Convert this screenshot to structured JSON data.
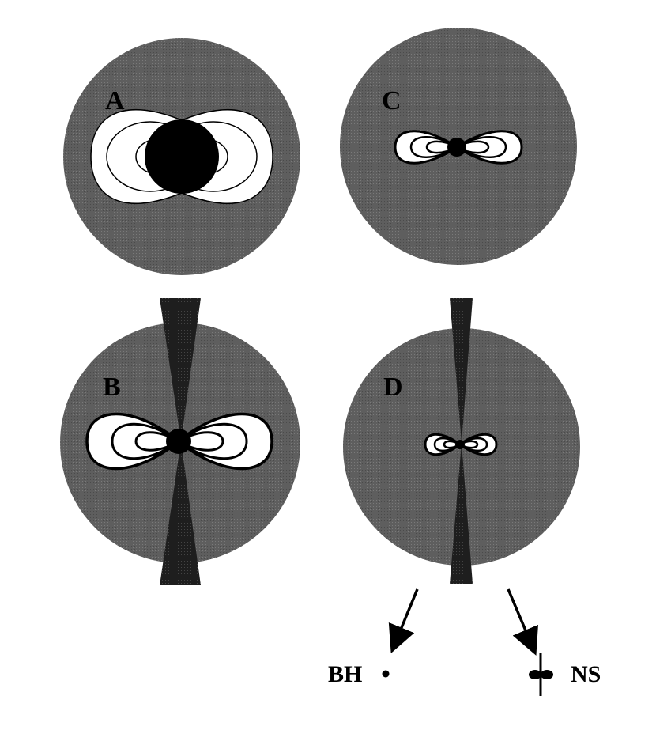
{
  "panels": [
    {
      "label": "A"
    },
    {
      "label": "B"
    },
    {
      "label": "C"
    },
    {
      "label": "D"
    }
  ],
  "outcomes": {
    "black_hole": {
      "label": "BH"
    },
    "neutron_star": {
      "label": "NS"
    }
  },
  "colors": {
    "star_fill": "#606060",
    "dark": "#000000",
    "field_region": "#ffffff",
    "background": "#ffffff"
  }
}
